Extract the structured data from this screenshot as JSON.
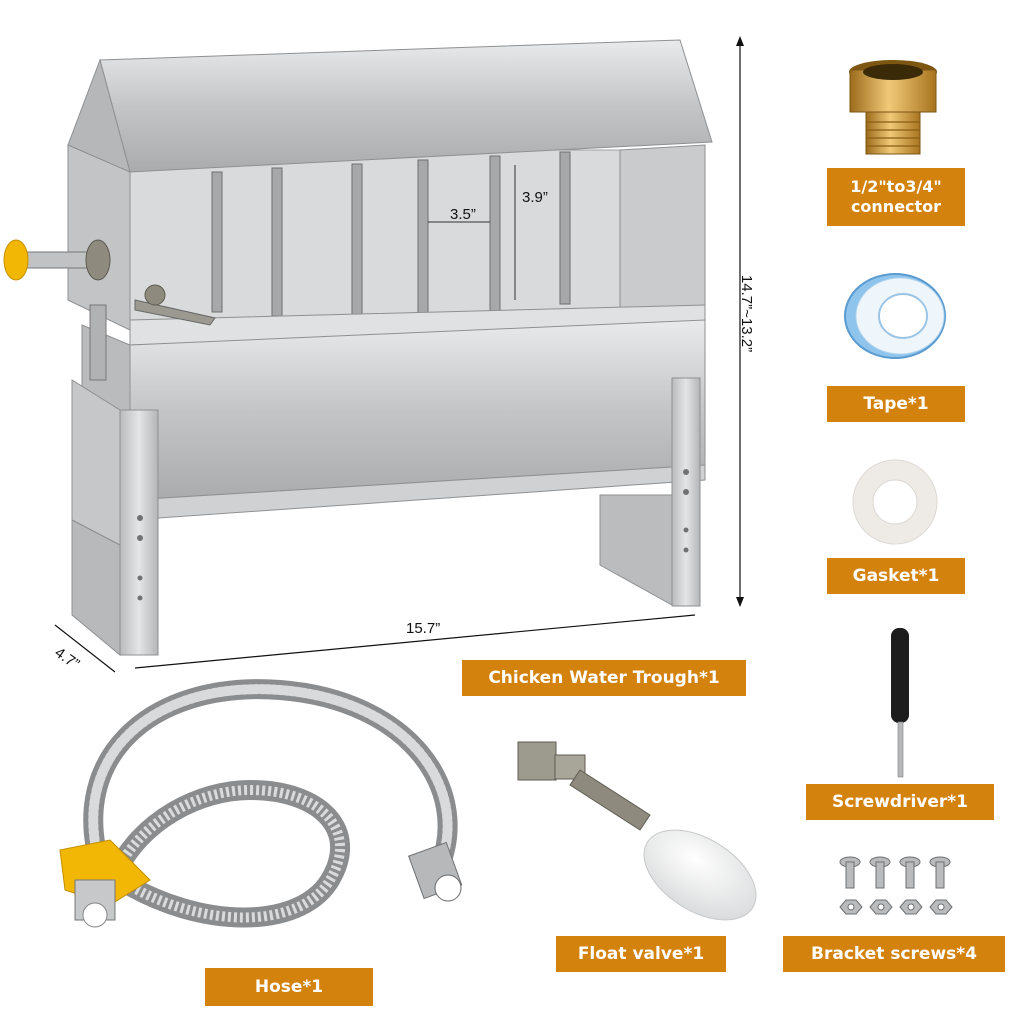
{
  "product": {
    "dimensions": {
      "inner_width": "3.5”",
      "inner_height": "3.9”",
      "length": "15.7”",
      "depth": "4.7”",
      "height": "14.7”~13.2”"
    }
  },
  "parts": {
    "connector": {
      "line1": "1/2\"to3/4\"",
      "line2": "connector"
    },
    "tape": "Tape*1",
    "gasket": "Gasket*1",
    "trough": "Chicken Water Trough*1",
    "screwdriver": "Screwdriver*1",
    "hose": "Hose*1",
    "float_valve": "Float valve*1",
    "bracket_screws": "Bracket screws*4"
  },
  "colors": {
    "label_bg": "#d4820e",
    "label_text": "#ffffff",
    "steel": "#c8cacc",
    "brass": "#c8973a",
    "accent_yellow": "#f2b705"
  },
  "icons": [
    "trough-image",
    "connector-image",
    "tape-image",
    "gasket-image",
    "screwdriver-image",
    "hose-image",
    "float-valve-image",
    "bracket-screws-image"
  ]
}
